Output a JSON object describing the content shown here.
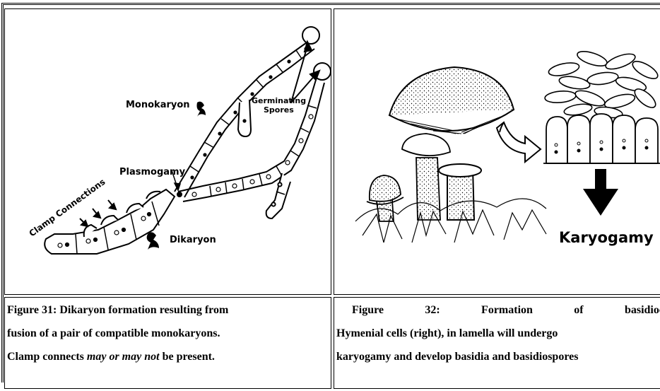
{
  "figure31": {
    "labels": {
      "monokaryon": "Monokaryon",
      "germinating_1": "Germinating",
      "germinating_2": "Spores",
      "plasmogamy": "Plasmogamy",
      "clamp_connections": "Clamp Connections",
      "dikaryon": "Dikaryon"
    },
    "caption": {
      "line1": "Figure 31: Dikaryon formation resulting from",
      "line2": "fusion of a pair of compatible monokaryons.",
      "line3_prefix": "Clamp connects ",
      "line3_emph": "may or may not",
      "line3_suffix": " be present."
    }
  },
  "figure32": {
    "labels": {
      "karyogamy": "Karyogamy"
    },
    "caption": {
      "line1_a": "Figure",
      "line1_b": "32:",
      "line1_c": "Formation",
      "line1_d": "of",
      "line1_e": "basidiocarp.",
      "line2": "Hymenial cells (right), in lamella will undergo",
      "line3": "karyogamy and develop basidia and basidiospores"
    }
  }
}
